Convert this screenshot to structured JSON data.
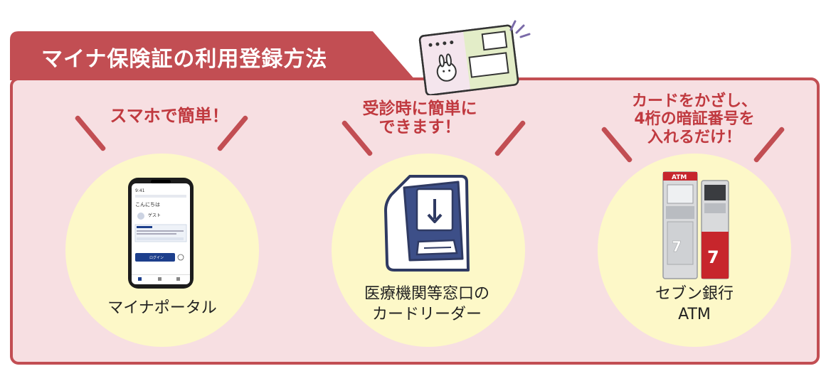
{
  "header": {
    "title": "マイナ保険証の利用登録方法"
  },
  "methods": [
    {
      "headline": [
        "スマホで簡単！"
      ],
      "label": [
        "マイナポータル"
      ],
      "icon": "smartphone-icon"
    },
    {
      "headline": [
        "受診時に簡単に",
        "できます！"
      ],
      "label": [
        "医療機関等窓口の",
        "カードリーダー"
      ],
      "icon": "card-reader-icon"
    },
    {
      "headline": [
        "カードをかざし、",
        "4桁の暗証番号を",
        "入れるだけ！"
      ],
      "label": [
        "セブン銀行",
        "ATM"
      ],
      "icon": "atm-icon"
    }
  ],
  "phone_screen": {
    "time": "9:41",
    "greeting": "こんにちは",
    "user": "ゲスト",
    "register_button": "ログイン"
  },
  "atm_sign": "ATM",
  "colors": {
    "accent": "#c24e53",
    "headline": "#c0393f",
    "panel_bg": "#f7dfe2",
    "circle_bg": "#fdf8c8"
  }
}
